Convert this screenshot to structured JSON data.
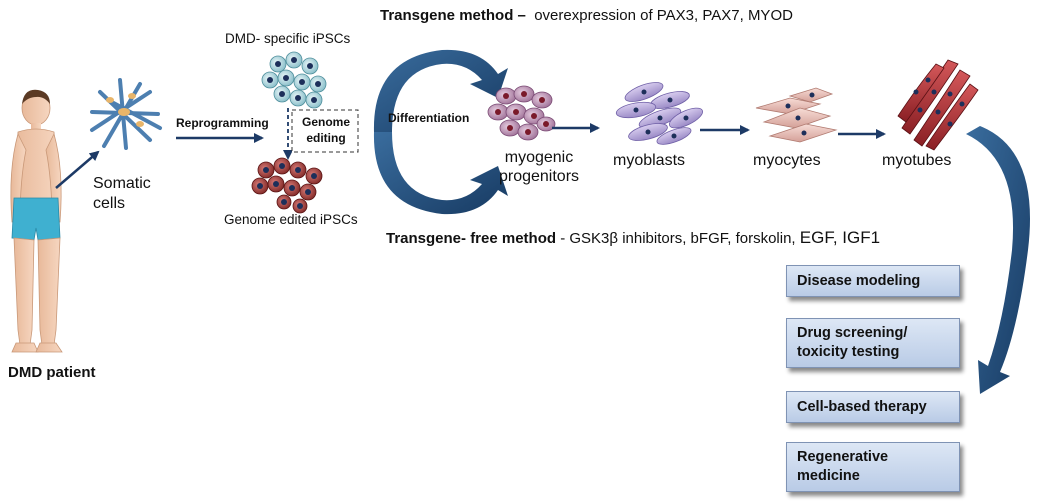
{
  "patient": "DMD patient",
  "somatic": "Somatic\ncells",
  "reprogramming": "Reprogramming",
  "dmd_ipsc": "DMD- specific iPSCs",
  "genome_editing": "Genome\nediting",
  "edited_ipsc": "Genome edited iPSCs",
  "differentiation": "Differentiation",
  "transgene_title": "Transgene method –",
  "transgene_detail": "overexpression of PAX3, PAX7, MYOD",
  "free_title": "Transgene- free method",
  "free_detail_a": "- GSK3β inhibitors, bFGF, forskolin,",
  "free_detail_b": "EGF, IGF1",
  "stages": [
    "myogenic\nprogenitors",
    "myoblasts",
    "myocytes",
    "myotubes"
  ],
  "applications": [
    "Disease modeling",
    "Drug screening/\ntoxicity testing",
    "Cell-based therapy",
    "Regenerative\nmedicine"
  ],
  "colors": {
    "arrow": "#1d3a66",
    "curved_arrow": "#1f4f80",
    "box_fill": "#c9d8ee",
    "box_border": "#7f93b4"
  }
}
